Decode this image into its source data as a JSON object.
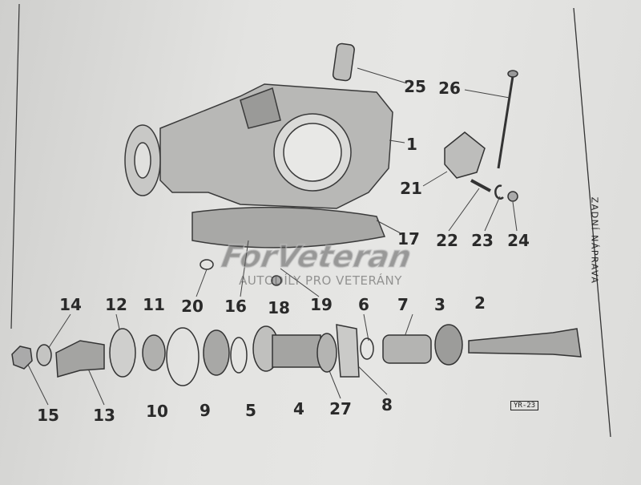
{
  "document": {
    "side_title": "ZADNÍ NÁPRAVA",
    "figure_code": "YR-23",
    "watermark": {
      "brand": "ForVeteran",
      "tagline": "AUTODÍLY PRO VETERÁNY"
    },
    "part_labels": [
      "25",
      "26",
      "1",
      "21",
      "17",
      "22",
      "23",
      "24",
      "20",
      "16",
      "18",
      "19",
      "14",
      "12",
      "11",
      "6",
      "7",
      "3",
      "2",
      "15",
      "13",
      "10",
      "9",
      "5",
      "4",
      "27",
      "8"
    ]
  }
}
